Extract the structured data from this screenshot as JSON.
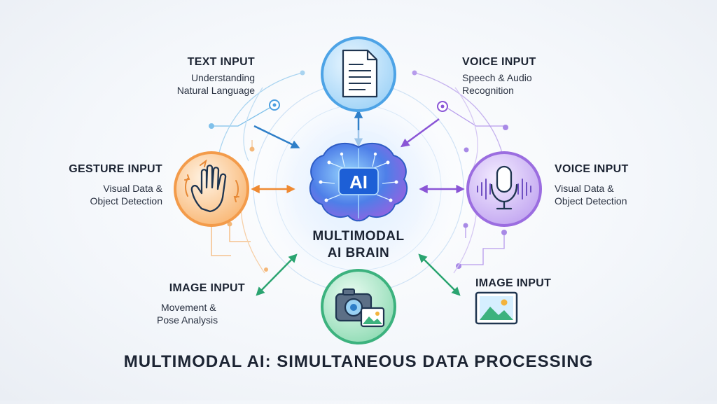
{
  "center": {
    "badge": "AI",
    "title_line1": "MULTIMODAL",
    "title_line2": "AI BRAIN"
  },
  "nodes": {
    "text": {
      "heading": "TEXT INPUT",
      "desc_line1": "Understanding",
      "desc_line2": "Natural Language",
      "icon": "document-icon",
      "color": "#4da3e6"
    },
    "voice_top": {
      "heading": "VOICE INPUT",
      "desc_line1": "Speech & Audio",
      "desc_line2": "Recognition",
      "color": "#8a6ad6"
    },
    "gesture": {
      "heading": "GESTURE INPUT",
      "desc_line1": "Visual Data &",
      "desc_line2": "Object Detection",
      "icon": "hand-icon",
      "color": "#f39b4a"
    },
    "voice_right": {
      "heading": "VOICE INPUT",
      "desc_line1": "Visual Data &",
      "desc_line2": "Object Detection",
      "icon": "microphone-icon",
      "color": "#9b6de0"
    },
    "image_left": {
      "heading": "IMAGE INPUT",
      "desc_line1": "Movement &",
      "desc_line2": "Pose Analysis",
      "color": "#2fa776"
    },
    "image_right": {
      "heading": "IMAGE INPUT",
      "icon": "landscape-image-icon"
    },
    "image_bottom": {
      "icon": "camera-icon",
      "color": "#3cb27e"
    }
  },
  "footer": {
    "title": "MULTIMODAL AI: SIMULTANEOUS DATA PROCESSING"
  }
}
